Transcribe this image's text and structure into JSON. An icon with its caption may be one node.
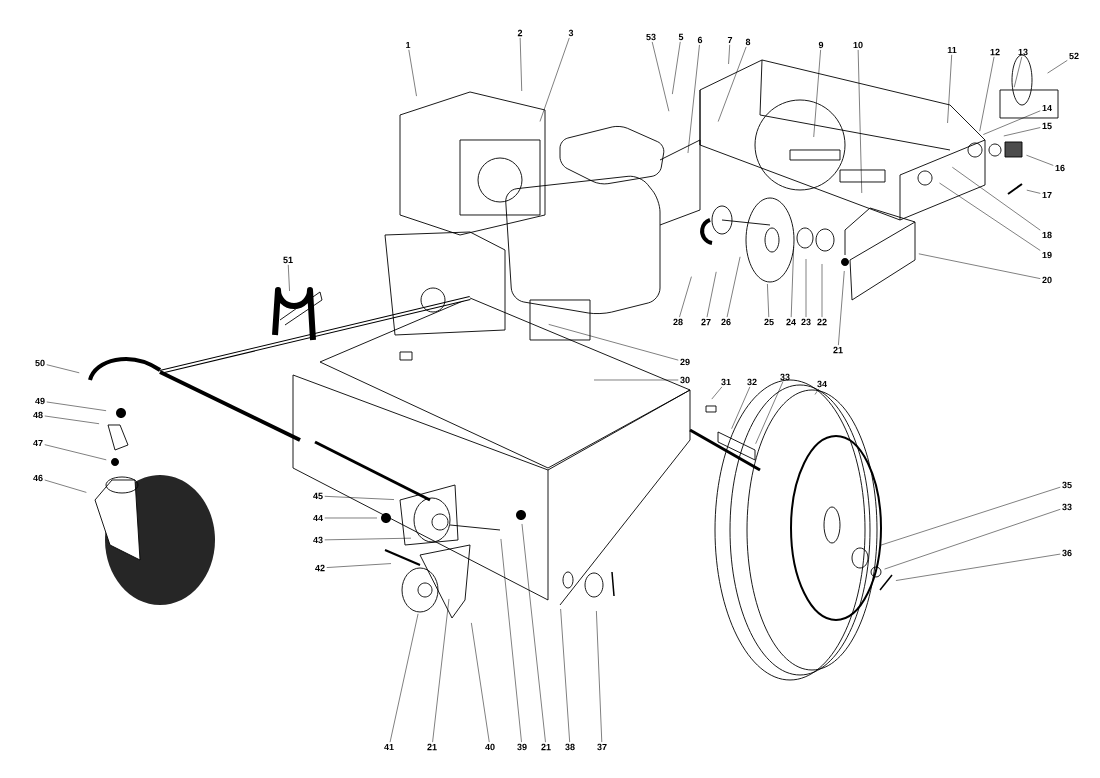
{
  "diagram": {
    "nodes": [
      {
        "text": [
          "1"
        ]
      },
      {
        "text": [
          "2"
        ]
      },
      {
        "text": [
          "3"
        ]
      },
      {
        "text": [
          "53"
        ]
      },
      {
        "text": [
          "5"
        ]
      },
      {
        "text": [
          "6"
        ]
      },
      {
        "text": [
          "7"
        ]
      },
      {
        "text": [
          "8"
        ]
      },
      {
        "text": [
          "9"
        ]
      },
      {
        "text": [
          "10"
        ]
      },
      {
        "text": [
          "11"
        ]
      },
      {
        "text": [
          "12"
        ]
      },
      {
        "text": [
          "13"
        ]
      },
      {
        "text": [
          "52"
        ]
      },
      {
        "text": [
          "14"
        ]
      },
      {
        "text": [
          "15"
        ]
      },
      {
        "text": [
          "16"
        ]
      },
      {
        "text": [
          "17"
        ]
      },
      {
        "text": [
          "18"
        ]
      },
      {
        "text": [
          "19"
        ]
      },
      {
        "text": [
          "20"
        ]
      },
      {
        "text": [
          "21"
        ]
      },
      {
        "text": [
          "22"
        ]
      },
      {
        "text": [
          "23"
        ]
      },
      {
        "text": [
          "24"
        ]
      },
      {
        "text": [
          "25"
        ]
      },
      {
        "text": [
          "26"
        ]
      },
      {
        "text": [
          "27"
        ]
      },
      {
        "text": [
          "28"
        ]
      },
      {
        "text": [
          "29"
        ]
      },
      {
        "text": [
          "30"
        ]
      },
      {
        "text": [
          "31"
        ]
      },
      {
        "text": [
          "32"
        ]
      },
      {
        "text": [
          "33"
        ]
      },
      {
        "text": [
          "34"
        ]
      },
      {
        "text": [
          "35"
        ]
      },
      {
        "text": [
          "33"
        ]
      },
      {
        "text": [
          "36"
        ]
      },
      {
        "text": [
          "37"
        ]
      },
      {
        "text": [
          "38"
        ]
      },
      {
        "text": [
          "21"
        ]
      },
      {
        "text": [
          "39"
        ]
      },
      {
        "text": [
          "40"
        ]
      },
      {
        "text": [
          "21"
        ]
      },
      {
        "text": [
          "41"
        ]
      },
      {
        "text": [
          "42"
        ]
      },
      {
        "text": [
          "43"
        ]
      },
      {
        "text": [
          "44"
        ]
      },
      {
        "text": [
          "45"
        ]
      },
      {
        "text": [
          "46"
        ]
      },
      {
        "text": [
          "47"
        ]
      },
      {
        "text": [
          "48"
        ]
      },
      {
        "text": [
          "49"
        ]
      },
      {
        "text": [
          "50"
        ]
      },
      {
        "text": [
          "51"
        ]
      }
    ],
    "edges": [
      {
        "from": 0,
        "to": null,
        "arrow": "none"
      },
      {
        "from": 1,
        "to": null,
        "arrow": "none"
      },
      {
        "from": 2,
        "to": null,
        "arrow": "none"
      },
      {
        "from": 3,
        "to": null,
        "arrow": "none"
      },
      {
        "from": 4,
        "to": null,
        "arrow": "none"
      },
      {
        "from": 5,
        "to": null,
        "arrow": "none"
      },
      {
        "from": 6,
        "to": null,
        "arrow": "none"
      },
      {
        "from": 7,
        "to": null,
        "arrow": "none"
      },
      {
        "from": 8,
        "to": null,
        "arrow": "none"
      },
      {
        "from": 9,
        "to": null,
        "arrow": "none"
      },
      {
        "from": 10,
        "to": null,
        "arrow": "none"
      },
      {
        "from": 11,
        "to": null,
        "arrow": "none"
      },
      {
        "from": 12,
        "to": null,
        "arrow": "none"
      },
      {
        "from": 13,
        "to": null,
        "arrow": "none"
      },
      {
        "from": 14,
        "to": null,
        "arrow": "none"
      },
      {
        "from": 15,
        "to": null,
        "arrow": "none"
      },
      {
        "from": 16,
        "to": null,
        "arrow": "none"
      },
      {
        "from": 17,
        "to": null,
        "arrow": "none"
      },
      {
        "from": 18,
        "to": null,
        "arrow": "none"
      },
      {
        "from": 19,
        "to": null,
        "arrow": "none"
      },
      {
        "from": 20,
        "to": null,
        "arrow": "none"
      },
      {
        "from": 21,
        "to": null,
        "arrow": "none"
      },
      {
        "from": 22,
        "to": null,
        "arrow": "none"
      },
      {
        "from": 23,
        "to": null,
        "arrow": "none"
      },
      {
        "from": 24,
        "to": null,
        "arrow": "none"
      },
      {
        "from": 25,
        "to": null,
        "arrow": "none"
      },
      {
        "from": 26,
        "to": null,
        "arrow": "none"
      },
      {
        "from": 27,
        "to": null,
        "arrow": "none"
      },
      {
        "from": 28,
        "to": null,
        "arrow": "none"
      },
      {
        "from": 29,
        "to": null,
        "arrow": "none"
      },
      {
        "from": 30,
        "to": null,
        "arrow": "none"
      },
      {
        "from": 31,
        "to": null,
        "arrow": "none"
      },
      {
        "from": 32,
        "to": null,
        "arrow": "none"
      },
      {
        "from": 33,
        "to": null,
        "arrow": "none"
      },
      {
        "from": 34,
        "to": null,
        "arrow": "none"
      },
      {
        "from": 35,
        "to": null,
        "arrow": "none"
      },
      {
        "from": 36,
        "to": null,
        "arrow": "none"
      },
      {
        "from": 37,
        "to": null,
        "arrow": "none"
      },
      {
        "from": 38,
        "to": null,
        "arrow": "none"
      },
      {
        "from": 39,
        "to": null,
        "arrow": "none"
      },
      {
        "from": 40,
        "to": null,
        "arrow": "none"
      },
      {
        "from": 41,
        "to": null,
        "arrow": "none"
      },
      {
        "from": 42,
        "to": null,
        "arrow": "none"
      },
      {
        "from": 43,
        "to": null,
        "arrow": "none"
      },
      {
        "from": 44,
        "to": null,
        "arrow": "none"
      },
      {
        "from": 45,
        "to": null,
        "arrow": "none"
      },
      {
        "from": 46,
        "to": null,
        "arrow": "none"
      },
      {
        "from": 47,
        "to": null,
        "arrow": "none"
      },
      {
        "from": 48,
        "to": null,
        "arrow": "none"
      },
      {
        "from": 49,
        "to": null,
        "arrow": "none"
      },
      {
        "from": 50,
        "to": null,
        "arrow": "none"
      },
      {
        "from": 51,
        "to": null,
        "arrow": "none"
      },
      {
        "from": 52,
        "to": null,
        "arrow": "none"
      },
      {
        "from": 53,
        "to": null,
        "arrow": "none"
      },
      {
        "from": 54,
        "to": null,
        "arrow": "none"
      }
    ]
  }
}
